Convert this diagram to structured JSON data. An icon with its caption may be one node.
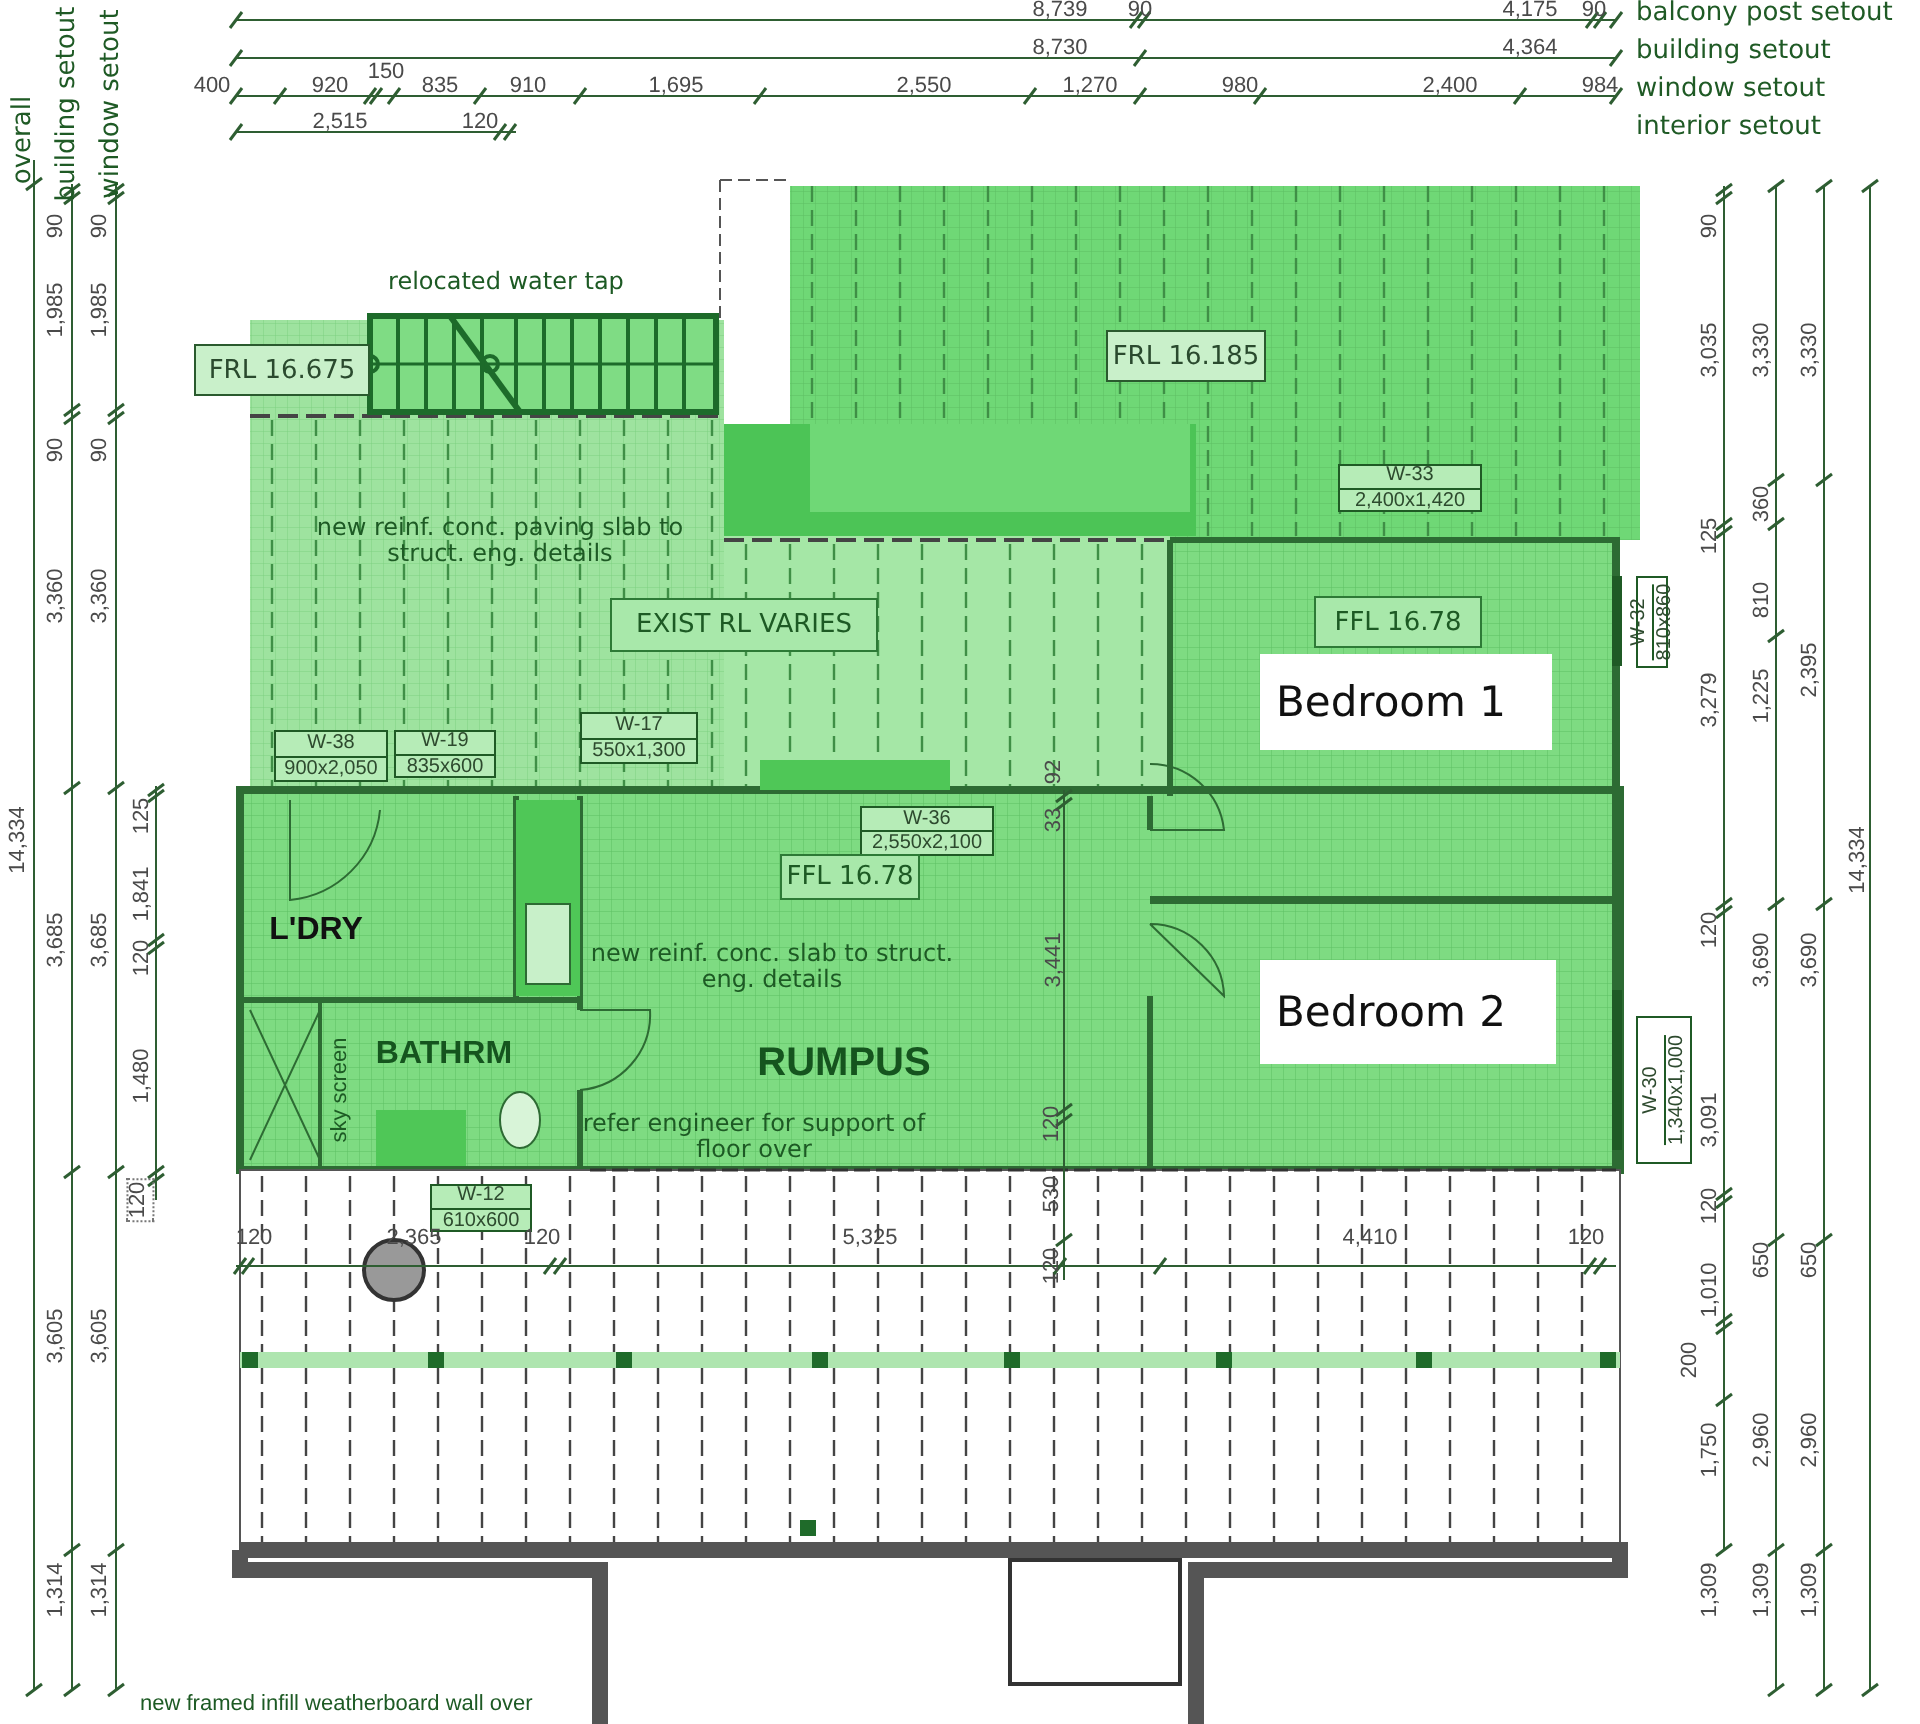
{
  "diagram": {
    "nodes": [
      {
        "text": [
          "FRL 16.675"
        ]
      },
      {
        "text": [
          "FRL 16.185"
        ]
      },
      {
        "text": [
          "W-33",
          "2,400x1,420"
        ]
      },
      {
        "text": [
          "EXIST RL VARIES"
        ]
      },
      {
        "text": [
          "FFL 16.78"
        ]
      },
      {
        "text": [
          "Bedroom 1"
        ]
      },
      {
        "text": [
          "W-32",
          "810x860"
        ]
      },
      {
        "text": [
          "W-38",
          "900x2,050"
        ]
      },
      {
        "text": [
          "W-19",
          "835x600"
        ]
      },
      {
        "text": [
          "W-17",
          "550x1,300"
        ]
      },
      {
        "text": [
          "W-36",
          "2,550x2,100"
        ]
      },
      {
        "text": [
          "FFL 16.78"
        ]
      },
      {
        "text": [
          "Bedroom 2"
        ]
      },
      {
        "text": [
          "W-30",
          "1,340x1,000"
        ]
      },
      {
        "text": [
          "W-12",
          "610x600"
        ]
      }
    ],
    "labels": [
      "8,739",
      "90",
      "4,175",
      "90",
      "balcony post setout",
      "8,730",
      "4,364",
      "building setout",
      "150",
      "400",
      "920",
      "835",
      "910",
      "1,695",
      "2,550",
      "1,270",
      "980",
      "2,400",
      "984",
      "window setout",
      "2,515",
      "120",
      "interior setout",
      "overall",
      "building setout",
      "window setout",
      "90",
      "1,985",
      "90",
      "3,360",
      "3,685",
      "3,605",
      "1,314",
      "90",
      "1,985",
      "90",
      "3,360",
      "3,685",
      "3,605",
      "1,314",
      "14,334",
      "125",
      "1,841",
      "120",
      "1,480",
      "120",
      "relocated water tap",
      "new reinf. conc. paving slab to struct. eng. details",
      "L'DRY",
      "new reinf. conc. slab to struct. eng. details",
      "BATHRM",
      "RUMPUS",
      "sky screen",
      "refer engineer for support of floor over",
      "92",
      "33",
      "3,441",
      "120",
      "530",
      "120",
      "120",
      "2,365",
      "120",
      "5,325",
      "4,410",
      "120",
      "90",
      "3,035",
      "125",
      "3,279",
      "120",
      "3,091",
      "120",
      "1,010",
      "200",
      "1,750",
      "1,309",
      "3,330",
      "360",
      "810",
      "1,225",
      "3,690",
      "650",
      "2,960",
      "1,309",
      "3,330",
      "2,395",
      "3,690",
      "650",
      "2,960",
      "1,309",
      "14,334",
      "new framed infill weatherboard wall over"
    ]
  }
}
